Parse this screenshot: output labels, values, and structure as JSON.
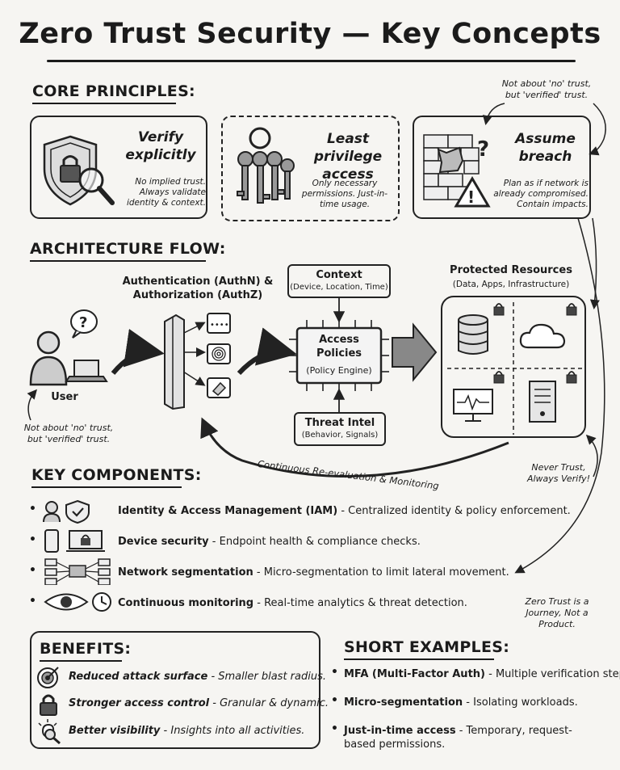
{
  "title": "Zero Trust Security — Key Concepts",
  "core": {
    "heading": "CORE PRINCIPLES:",
    "note_top": "Not about 'no' trust, but 'verified' trust.",
    "cards": [
      {
        "title": "Verify explicitly",
        "desc": "No implied trust. Always validate identity & context.",
        "icon": "shield-lock-magnifier-icon"
      },
      {
        "title": "Least privilege access",
        "desc": "Only necessary permissions. Just-in-time usage.",
        "icon": "keys-icon"
      },
      {
        "title": "Assume breach",
        "desc": "Plan as if network is already compromised. Contain impacts.",
        "icon": "broken-wall-warning-icon"
      }
    ]
  },
  "architecture": {
    "heading": "ARCHITECTURE FLOW:",
    "user_label": "User",
    "auth_label": "Authentication (AuthN) & Authorization (AuthZ)",
    "context_title": "Context",
    "context_sub": "(Device, Location, Time)",
    "policy_title": "Access Policies",
    "policy_sub": "(Policy Engine)",
    "threat_title": "Threat Intel",
    "threat_sub": "(Behavior, Signals)",
    "resources_title": "Protected Resources",
    "resources_sub": "(Data, Apps, Infrastructure)",
    "loop_label": "Continuous Re-evaluation & Monitoring",
    "note_left": "Not about 'no' trust, but 'verified' trust.",
    "note_right": "Never Trust, Always Verify!"
  },
  "components": {
    "heading": "KEY COMPONENTS:",
    "items": [
      {
        "name": "Identity & Access Management (IAM)",
        "desc": " - Centralized identity & policy enforcement.",
        "icon": "user-shield-icon"
      },
      {
        "name": "Device security",
        "desc": " - Endpoint health & compliance checks.",
        "icon": "devices-lock-icon"
      },
      {
        "name": "Network segmentation",
        "desc": " - Micro-segmentation to limit lateral movement.",
        "icon": "network-icon"
      },
      {
        "name": "Continuous monitoring",
        "desc": " - Real-time analytics & threat detection.",
        "icon": "eye-clock-icon"
      }
    ],
    "journey_note": "Zero Trust is a Journey, Not a Product."
  },
  "benefits": {
    "heading": "BENEFITS:",
    "items": [
      {
        "name": "Reduced attack surface",
        "desc": " - Smaller blast radius.",
        "icon": "target-icon"
      },
      {
        "name": "Stronger access control",
        "desc": " - Granular & dynamic.",
        "icon": "lock-icon"
      },
      {
        "name": "Better visibility",
        "desc": " - Insights into all activities.",
        "icon": "lightbulb-magnifier-icon"
      }
    ]
  },
  "examples": {
    "heading": "SHORT EXAMPLES:",
    "items": [
      {
        "name": "MFA (Multi-Factor Auth)",
        "desc": " - Multiple verification steps."
      },
      {
        "name": "Micro-segmentation",
        "desc": " - Isolating workloads."
      },
      {
        "name": "Just-in-time access",
        "desc": " - Temporary, request-based permissions."
      }
    ]
  }
}
